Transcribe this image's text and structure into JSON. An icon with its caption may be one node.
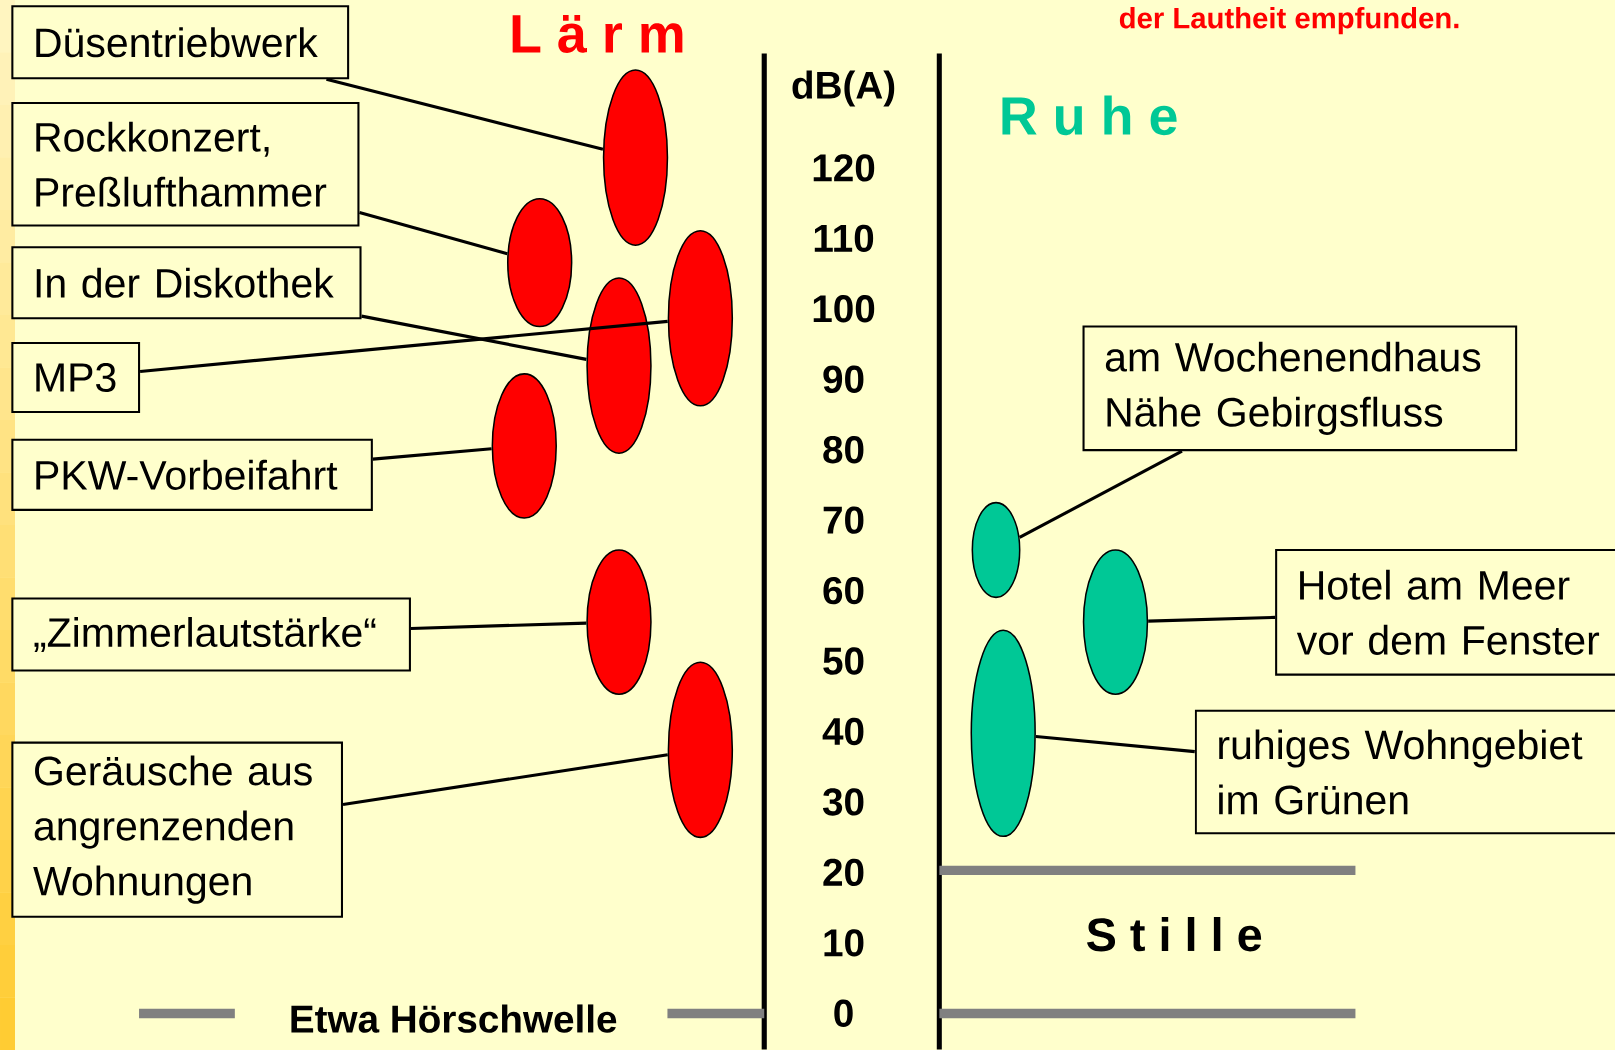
{
  "diagram": {
    "nodes": [
      {
        "text": [
          "Düsentriebwerk"
        ]
      },
      {
        "text": [
          "Rockkonzert, Preßlufthammer"
        ]
      },
      {
        "text": [
          "In der Diskothek"
        ]
      },
      {
        "text": [
          "MP3"
        ]
      },
      {
        "text": [
          "PKW-Vorbeifahrt"
        ]
      },
      {
        "text": [
          "„Zimmerlautstärke“"
        ]
      },
      {
        "text": [
          "Geräusche aus angrenzenden Wohnungen"
        ]
      },
      {
        "text": [],
        "shape": "ellipse"
      },
      {
        "text": [],
        "shape": "ellipse"
      },
      {
        "text": [],
        "shape": "ellipse"
      },
      {
        "text": [],
        "shape": "ellipse"
      },
      {
        "text": [],
        "shape": "ellipse"
      },
      {
        "text": [],
        "shape": "ellipse"
      },
      {
        "text": [],
        "shape": "ellipse"
      },
      {
        "text": [
          "am Wochenendhaus Nähe Gebirgsfluss"
        ]
      },
      {
        "text": [
          "Hotel am Meer vor dem Fenster"
        ]
      },
      {
        "text": [
          "ruhiges Wohngebiet im Grünen"
        ]
      },
      {
        "text": [],
        "shape": "ellipse"
      },
      {
        "text": [],
        "shape": "ellipse"
      },
      {
        "text": [],
        "shape": "ellipse"
      }
    ],
    "edges": [
      {
        "from": 0,
        "to": 7,
        "arrow": "none"
      },
      {
        "from": 1,
        "to": 8,
        "arrow": "none"
      },
      {
        "from": 2,
        "to": 9,
        "arrow": "none"
      },
      {
        "from": 3,
        "to": 10,
        "arrow": "none"
      },
      {
        "from": 4,
        "to": 11,
        "arrow": "none"
      },
      {
        "from": 5,
        "to": 12,
        "arrow": "none"
      },
      {
        "from": 6,
        "to": 13,
        "arrow": "none"
      },
      {
        "from": 14,
        "to": 17,
        "arrow": "none"
      },
      {
        "from": 15,
        "to": 18,
        "arrow": "none"
      },
      {
        "from": 16,
        "to": 19,
        "arrow": "none"
      }
    ],
    "labels": [
      "der Lautheit empfunden.",
      "L ä r m",
      "dB(A)",
      "R u h e",
      "120",
      "110",
      "100",
      "90",
      "80",
      "70",
      "60",
      "50",
      "40",
      "30",
      "20",
      "10",
      "0",
      "S t i l l e",
      "Etwa Hörschwelle"
    ]
  }
}
